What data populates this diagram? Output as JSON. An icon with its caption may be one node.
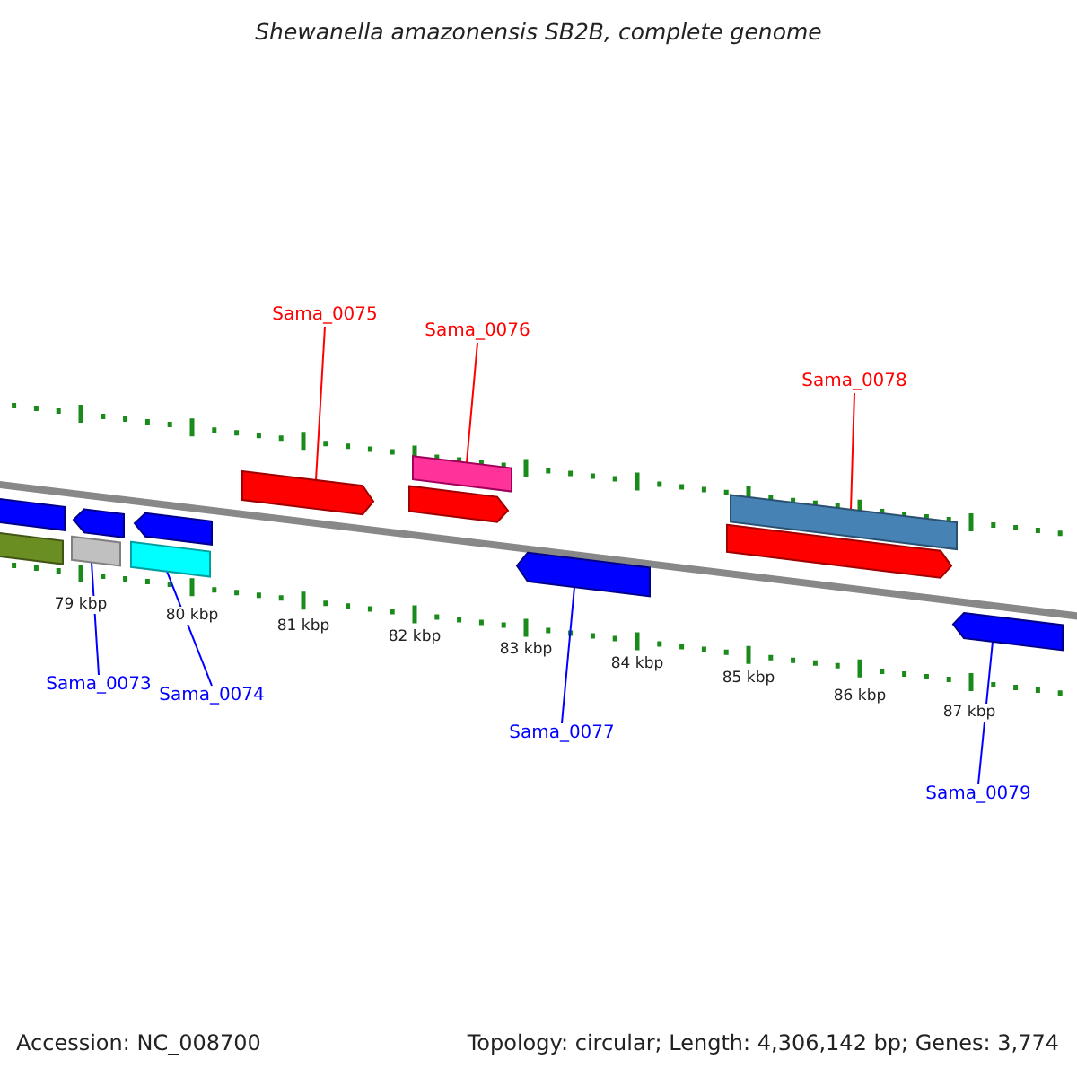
{
  "diagram": {
    "title": "Shewanella amazonensis SB2B, complete genome",
    "nodes": [
      {
        "text": [
          "Sama_0075"
        ]
      },
      {
        "text": [],
        "shape": "arrow"
      },
      {
        "text": [
          "Sama_0076"
        ]
      },
      {
        "text": [],
        "shape": "bar"
      },
      {
        "text": [
          "Sama_0078"
        ]
      },
      {
        "text": [],
        "shape": "bar"
      },
      {
        "text": [
          "Sama_0073"
        ]
      },
      {
        "text": [],
        "shape": "bar"
      },
      {
        "text": [
          "Sama_0074"
        ]
      },
      {
        "text": [],
        "shape": "bar"
      },
      {
        "text": [
          "Sama_0077"
        ]
      },
      {
        "text": [],
        "shape": "arrow"
      },
      {
        "text": [
          "Sama_0079"
        ]
      },
      {
        "text": [],
        "shape": "arrow"
      },
      {
        "text": [],
        "shape": "bar"
      },
      {
        "text": [],
        "shape": "bar"
      },
      {
        "text": [],
        "shape": "arrow"
      },
      {
        "text": [],
        "shape": "arrow"
      },
      {
        "text": [],
        "shape": "arrow"
      },
      {
        "text": [],
        "shape": "arrow"
      }
    ],
    "edges": [
      {
        "from": 0,
        "to": 1,
        "arrow": "none",
        "color": "#ff0000"
      },
      {
        "from": 2,
        "to": 3,
        "arrow": "none",
        "color": "#ff0000"
      },
      {
        "from": 4,
        "to": 5,
        "arrow": "none",
        "color": "#ff0000"
      },
      {
        "from": 6,
        "to": 7,
        "arrow": "none"
      },
      {
        "from": 8,
        "to": 9,
        "arrow": "none"
      },
      {
        "from": 10,
        "to": 11,
        "arrow": "none"
      },
      {
        "from": 12,
        "to": 13,
        "arrow": "none"
      }
    ],
    "labels": [
      "79 kbp",
      "80 kbp",
      "81 kbp",
      "82 kbp",
      "83 kbp",
      "84 kbp",
      "85 kbp",
      "86 kbp",
      "87 kbp",
      "Accession: NC_008700",
      "Topology: circular; Length: 4,306,142 bp; Genes: 3,774"
    ]
  }
}
